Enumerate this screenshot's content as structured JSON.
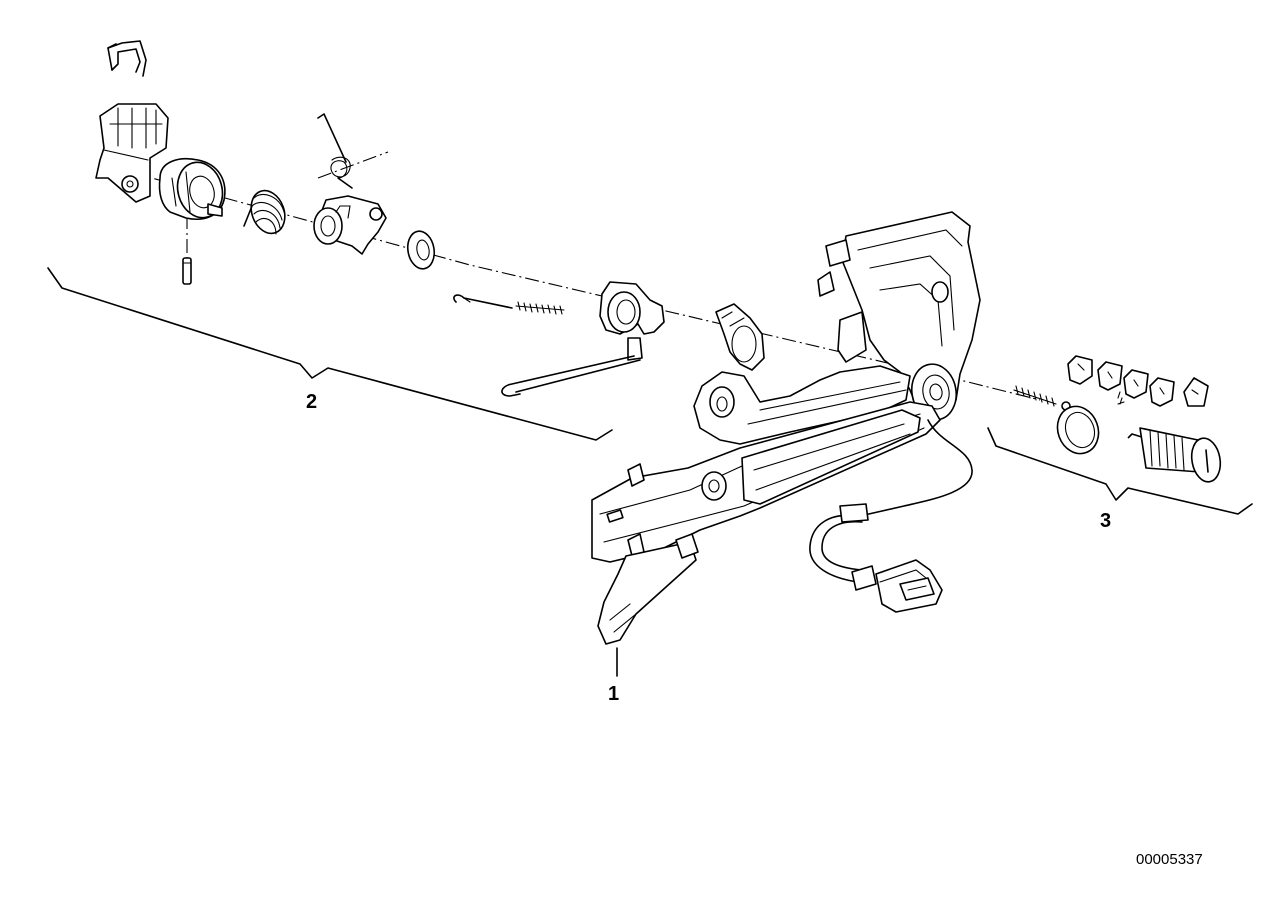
{
  "callouts": {
    "one": "1",
    "two": "2",
    "three": "3"
  },
  "reference_number": "00005337"
}
